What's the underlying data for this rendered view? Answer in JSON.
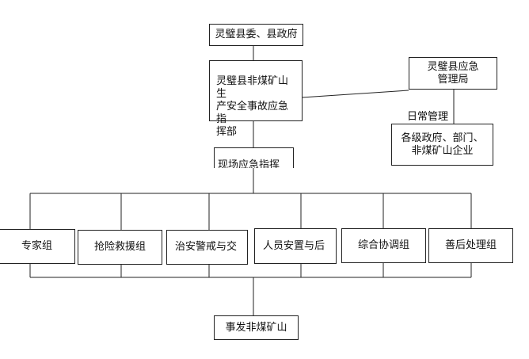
{
  "top": {
    "county_committee": "灵璧县委、县政府"
  },
  "hq": {
    "line1": "灵璧县非煤矿山生",
    "line2": "产安全事故应急指",
    "line3": "挥部"
  },
  "emergency_bureau": {
    "line1": "灵璧县应急",
    "line2": "管理局"
  },
  "daily_mgmt": {
    "label": "日常管理"
  },
  "gov_depts": {
    "line1": "各级政府、部门、",
    "line2": "非煤矿山企业"
  },
  "field_command": {
    "label": "现场应急指挥"
  },
  "groups": {
    "expert": "专家组",
    "rescue": "抢险救援组",
    "security": "治安警戒与交",
    "personnel": "人员安置与后",
    "coordination": "综合协调组",
    "aftermath": "善后处理组"
  },
  "incident": {
    "label": "事发非煤矿山"
  }
}
